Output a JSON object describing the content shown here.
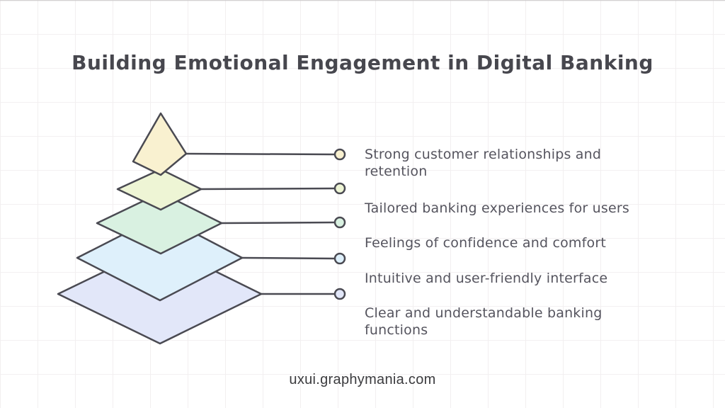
{
  "page": {
    "title": "Building Emotional Engagement in Digital Banking",
    "footer": "uxui.graphymania.com"
  },
  "colors": {
    "stroke": "#4a4a52",
    "title_text": "#47474e",
    "label_text": "#55545e",
    "background": "#ffffff",
    "grid_line": "#f2eff0"
  },
  "pyramid": {
    "type": "pyramid",
    "orientation": "top-to-bottom",
    "levels": [
      {
        "rank": 1,
        "label": "Strong customer relationships and\nretention",
        "color": "#f9f1d0"
      },
      {
        "rank": 2,
        "label": "Tailored banking experiences for users",
        "color": "#eef5d5"
      },
      {
        "rank": 3,
        "label": "Feelings of confidence and comfort",
        "color": "#d9f1e1"
      },
      {
        "rank": 4,
        "label": "Intuitive and user-friendly interface",
        "color": "#def0fb"
      },
      {
        "rank": 5,
        "label": "Clear and understandable banking\nfunctions",
        "color": "#e2e7f9"
      }
    ]
  }
}
